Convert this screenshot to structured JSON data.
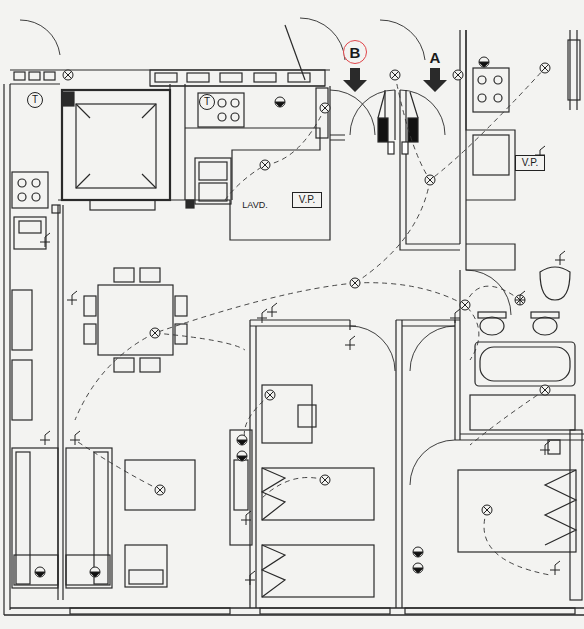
{
  "diagram": {
    "nodes": [
      {
        "text": [
          "T"
        ]
      },
      {
        "text": [
          "B"
        ]
      },
      {
        "text": [
          "T"
        ]
      },
      {
        "text": [
          "V.P."
        ]
      },
      {
        "text": [
          "V.P."
        ]
      }
    ],
    "labels": [
      "A",
      "LAVD."
    ]
  }
}
